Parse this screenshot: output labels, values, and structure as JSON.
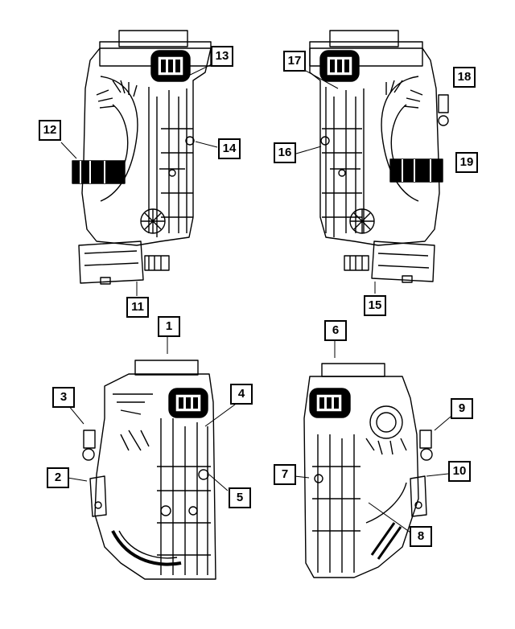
{
  "diagram": {
    "callouts": [
      {
        "id": "c1",
        "label": "1"
      },
      {
        "id": "c2",
        "label": "2"
      },
      {
        "id": "c3",
        "label": "3"
      },
      {
        "id": "c4",
        "label": "4"
      },
      {
        "id": "c5",
        "label": "5"
      },
      {
        "id": "c6",
        "label": "6"
      },
      {
        "id": "c7",
        "label": "7"
      },
      {
        "id": "c8",
        "label": "8"
      },
      {
        "id": "c9",
        "label": "9"
      },
      {
        "id": "c10",
        "label": "10"
      },
      {
        "id": "c11",
        "label": "11"
      },
      {
        "id": "c12",
        "label": "12"
      },
      {
        "id": "c13",
        "label": "13"
      },
      {
        "id": "c14",
        "label": "14"
      },
      {
        "id": "c15",
        "label": "15"
      },
      {
        "id": "c16",
        "label": "16"
      },
      {
        "id": "c17",
        "label": "17"
      },
      {
        "id": "c18",
        "label": "18"
      },
      {
        "id": "c19",
        "label": "19"
      }
    ],
    "line_color": "#000000",
    "background_color": "#ffffff"
  }
}
